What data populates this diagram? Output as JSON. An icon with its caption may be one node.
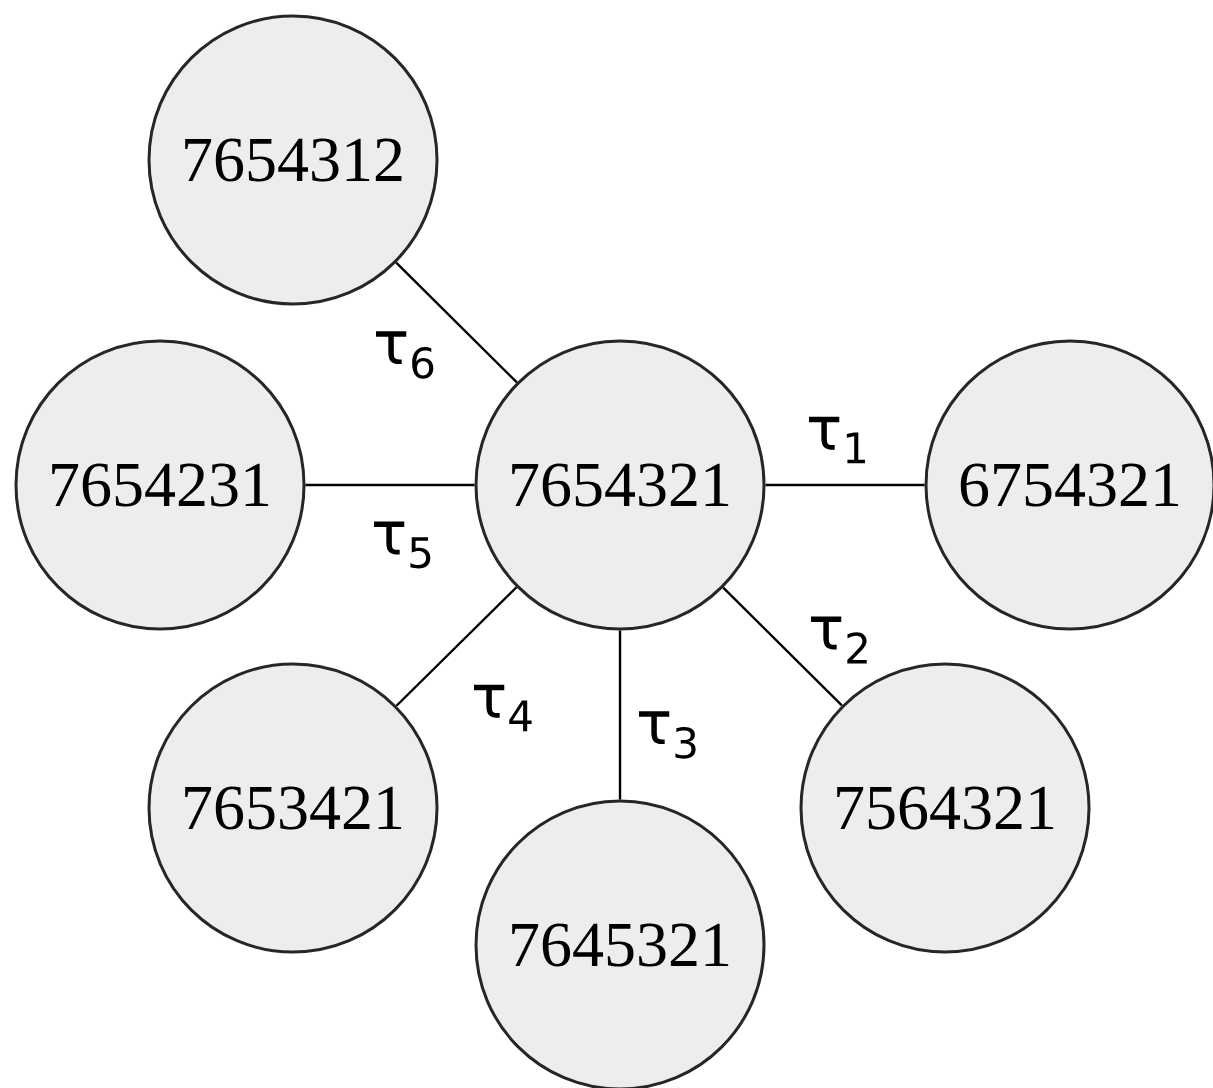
{
  "diagram": {
    "nodes": [
      {
        "text": [
          "7654312"
        ]
      },
      {
        "text": [
          "7654231"
        ]
      },
      {
        "text": [
          "7654321"
        ]
      },
      {
        "text": [
          "6754321"
        ]
      },
      {
        "text": [
          "7653421"
        ]
      },
      {
        "text": [
          "7564321"
        ]
      },
      {
        "text": [
          "7645321"
        ]
      }
    ],
    "edges": [
      {
        "from": 2,
        "to": 3,
        "arrow": "none",
        "label": "τ$_{1}$"
      },
      {
        "from": 2,
        "to": 5,
        "arrow": "none",
        "label": "τ$_{2}$"
      },
      {
        "from": 2,
        "to": 6,
        "arrow": "none",
        "label": "τ$_{3}$"
      },
      {
        "from": 2,
        "to": 4,
        "arrow": "none",
        "label": "τ$_{4}$"
      },
      {
        "from": 2,
        "to": 1,
        "arrow": "none",
        "label": "τ$_{5}$"
      },
      {
        "from": 2,
        "to": 0,
        "arrow": "none",
        "label": "τ$_{6}$"
      }
    ]
  }
}
